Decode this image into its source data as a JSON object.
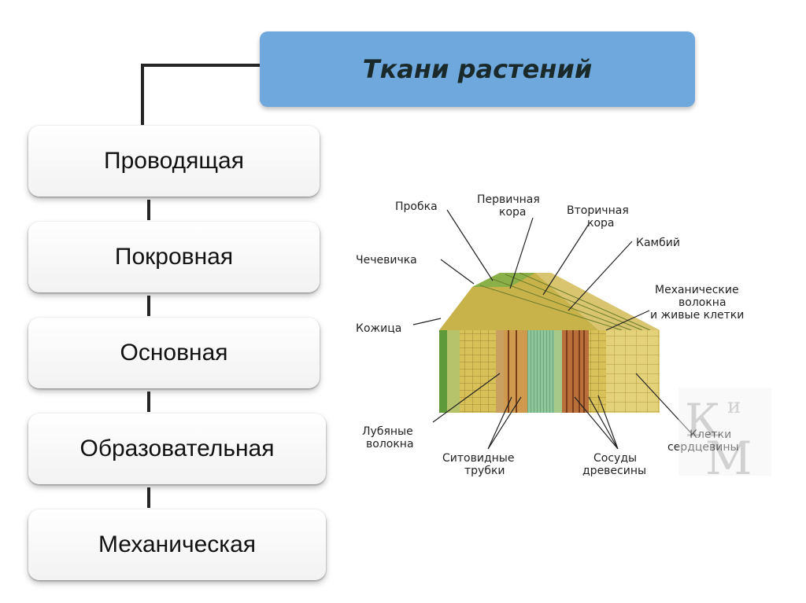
{
  "title": "Ткани растений",
  "tissues": [
    "Проводящая",
    "Покровная",
    "Основная",
    "Образовательная",
    "Механическая"
  ],
  "diagram_labels": {
    "probka": "Пробка",
    "pervichnaya1": "Первичная",
    "pervichnaya2": "кора",
    "vtorichnaya1": "Вторичная",
    "vtorichnaya2": "кора",
    "kambiy": "Камбий",
    "chechevichka": "Чечевичка",
    "mekh1": "Механические",
    "mekh2": "волокна",
    "mekh3": "и живые клетки",
    "kozhitsa": "Кожица",
    "lub1": "Лубяные",
    "lub2": "волокна",
    "sito1": "Ситовидные",
    "sito2": "трубки",
    "sosudy1": "Сосуды",
    "sosudy2": "древесины",
    "kletki1": "Клетки",
    "kletki2": "сердцевины"
  },
  "watermark": "КиМ"
}
